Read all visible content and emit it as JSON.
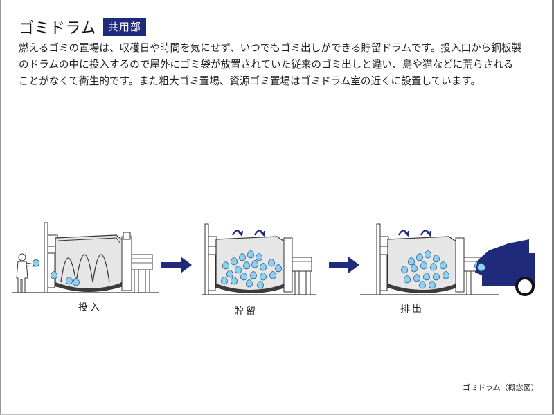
{
  "header": {
    "title": "ゴミドラム",
    "badge": "共用部"
  },
  "description": {
    "lines": [
      "燃えるゴミの置場は、収穫日や時間を気にせず、いつでもゴミ出しができる貯留ドラムです。投入口から鋼板製",
      "のドラムの中に投入するので屋外にゴミ袋が放置されていた従来のゴミ出しと違い、鳥や猫などに荒らされる",
      "ことがなくて衛生的です。また粗大ゴミ置場、資源ゴミ置場はゴミドラム室の近くに設置しています。"
    ]
  },
  "stages": [
    {
      "label": "投入"
    },
    {
      "label": "貯留"
    },
    {
      "label": "排出"
    }
  ],
  "caption": "ゴミドラム（概念図）",
  "colors": {
    "badge": "#1f2a7a",
    "arrow": "#1f2a7a",
    "truck": "#1f2a7a",
    "bag": "#8fd0f0",
    "bag_outline": "#2b5f8a",
    "drum_fill": "#d9d9d9",
    "drum_band": "#3c3c3c"
  },
  "icons": {
    "flow_arrow": "arrow-right-icon",
    "rotation": "rotate-arrow-icon",
    "person": "person-icon",
    "truck": "truck-icon"
  }
}
